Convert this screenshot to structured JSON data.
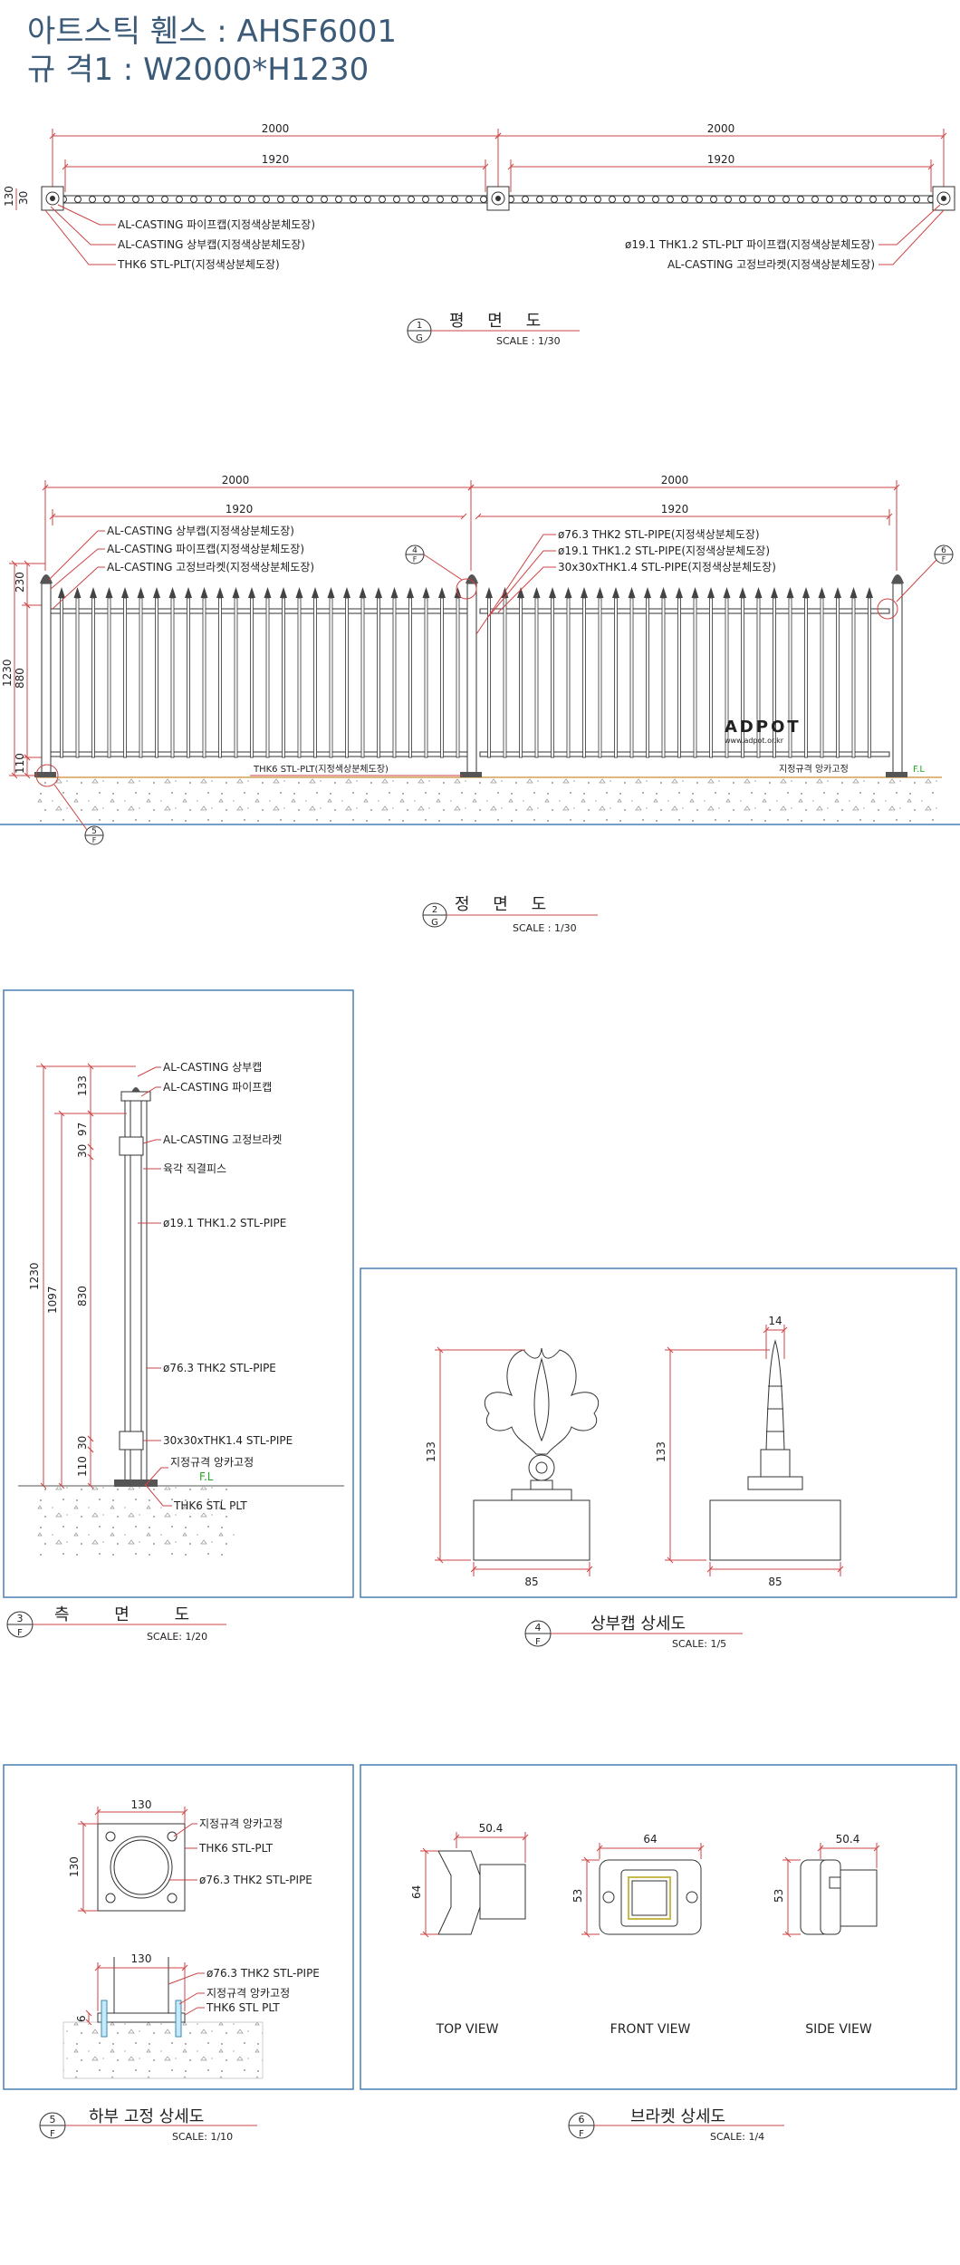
{
  "header": {
    "title_line1": "아트스틱 휀스 : AHSF6001",
    "title_line2": "규 격1 : W2000*H1230"
  },
  "plan_view": {
    "dims": {
      "outer_left": "2000",
      "outer_right": "2000",
      "inner_left": "1920",
      "inner_right": "1920",
      "side_a": "130",
      "side_b": "30"
    },
    "labels_left": [
      "AL-CASTING 파이프캡(지정색상분체도장)",
      "AL-CASTING 상부캡(지정색상분체도장)",
      "THK6 STL-PLT(지정색상분체도장)"
    ],
    "labels_right": [
      "ø19.1 THK1.2 STL-PLT 파이프캡(지정색상분체도장)",
      "AL-CASTING 고정브라켓(지정색상분체도장)"
    ],
    "title": "평 면 도",
    "badge_num": "1",
    "badge_sheet": "G",
    "scale": "SCALE : 1/30"
  },
  "front_view": {
    "dims": {
      "outer_left": "2000",
      "outer_right": "2000",
      "inner_left": "1920",
      "inner_right": "1920",
      "h_total": "1230",
      "h_top": "230",
      "h_mid": "880",
      "h_bot": "110"
    },
    "labels_left": [
      "AL-CASTING 상부캡(지정색상분체도장)",
      "AL-CASTING 파이프캡(지정색상분체도장)",
      "AL-CASTING 고정브라켓(지정색상분체도장)"
    ],
    "labels_right": [
      "ø76.3 THK2 STL-PIPE(지정색상분체도장)",
      "ø19.1 THK1.2 STL-PIPE(지정색상분체도장)",
      "30x30xTHK1.4 STL-PIPE(지정색상분체도장)"
    ],
    "base_label": "THK6 STL-PLT(지정색상분체도장)",
    "anchor_label": "지정규격 앙카고정",
    "fl_label": "F.L",
    "watermark": "ADPOT",
    "watermark_url": "www.adpot.or.kr",
    "callout_4": "4",
    "callout_5": "5",
    "callout_6": "6",
    "callout_sheet": "F",
    "title": "정 면 도",
    "badge_num": "2",
    "badge_sheet": "G",
    "scale": "SCALE : 1/30"
  },
  "side_view": {
    "labels": [
      "AL-CASTING 상부캡",
      "AL-CASTING 파이프캡",
      "AL-CASTING 고정브라켓",
      "육각 직결피스",
      "ø19.1 THK1.2 STL-PIPE",
      "ø76.3 THK2 STL-PIPE",
      "30x30xTHK1.4 STL-PIPE",
      "지정규격 앙카고정",
      "F.L",
      "THK6 STL PLT"
    ],
    "dims": {
      "total": "1230",
      "post": "1097",
      "d133": "133",
      "d97": "97",
      "d30a": "30",
      "d830": "830",
      "d30b": "30",
      "d110": "110"
    },
    "title": "측 면 도",
    "badge_num": "3",
    "badge_sheet": "F",
    "scale": "SCALE: 1/20"
  },
  "cap_detail": {
    "dims": {
      "h_left": "133",
      "w_left": "85",
      "h_right": "133",
      "w_right": "85",
      "top_right": "14"
    },
    "title": "상부캡 상세도",
    "badge_num": "4",
    "badge_sheet": "F",
    "scale": "SCALE: 1/5"
  },
  "base_detail": {
    "dims": {
      "plate_w": "130",
      "plate_h": "130",
      "sect_w": "130",
      "sect_h": "6"
    },
    "labels_top": [
      "지정규격 앙카고정",
      "THK6 STL-PLT",
      "ø76.3 THK2 STL-PIPE"
    ],
    "labels_bottom": [
      "ø76.3 THK2 STL-PIPE",
      "지정규격 앙카고정",
      "THK6 STL PLT"
    ],
    "title": "하부 고정 상세도",
    "badge_num": "5",
    "badge_sheet": "F",
    "scale": "SCALE: 1/10"
  },
  "bracket_detail": {
    "views": [
      "TOP VIEW",
      "FRONT VIEW",
      "SIDE VIEW"
    ],
    "dims": {
      "top_w": "50.4",
      "top_h": "64",
      "front_w": "64",
      "front_h": "53",
      "side_w": "50.4",
      "side_h": "53"
    },
    "title": "브라켓 상세도",
    "badge_num": "6",
    "badge_sheet": "F",
    "scale": "SCALE: 1/4"
  },
  "colors": {
    "dimension": "#cc4444",
    "frame": "#4a7fb0",
    "title": "#3a5a78",
    "fl": "#22aa22"
  }
}
